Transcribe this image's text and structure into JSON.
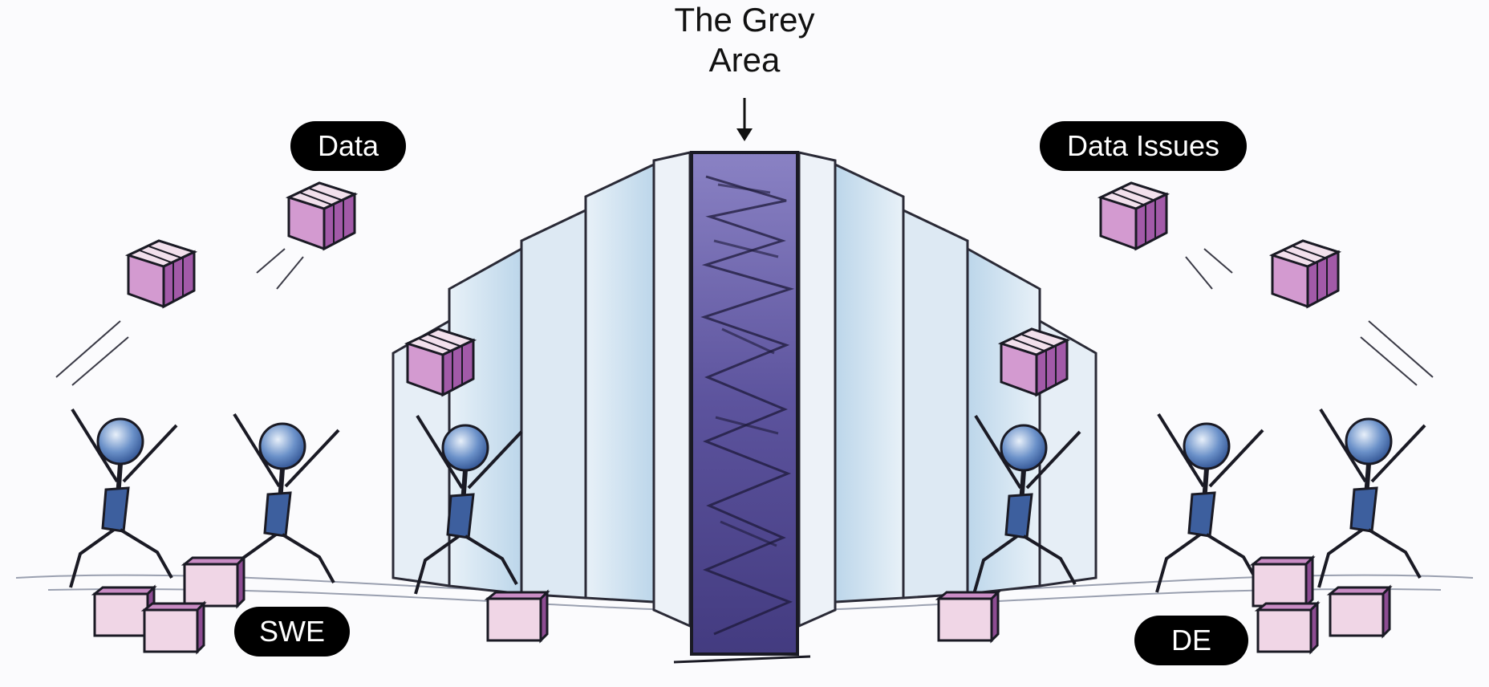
{
  "title": {
    "line1": "The Grey",
    "line2": "Area"
  },
  "labels": {
    "data": "Data",
    "data_issues": "Data Issues",
    "swe": "SWE",
    "de": "DE"
  },
  "colors": {
    "pill_bg": "#000000",
    "pill_text": "#ffffff",
    "grey_area": "#4c4487",
    "pillar": "#c7dced",
    "box_top": "#ecd8e8",
    "box_side": "#b373b7",
    "figure_head": "#3d68b0",
    "ink": "#1a1a24"
  }
}
